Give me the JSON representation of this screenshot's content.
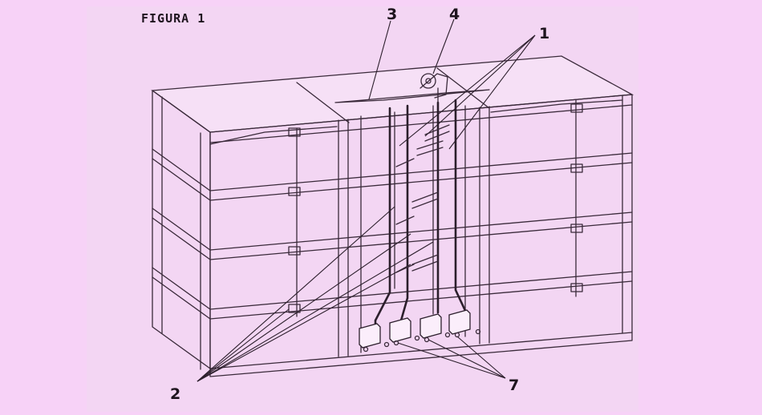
{
  "figure": {
    "title": "FIGURA 1"
  },
  "callouts": [
    {
      "id": "1",
      "label": "1"
    },
    {
      "id": "2",
      "label": "2"
    },
    {
      "id": "3",
      "label": "3"
    },
    {
      "id": "4",
      "label": "4"
    },
    {
      "id": "7",
      "label": "7"
    }
  ],
  "colors": {
    "background": "#f7d2f7",
    "paper": "#f3d6f3",
    "ink": "#2c1f2c"
  }
}
